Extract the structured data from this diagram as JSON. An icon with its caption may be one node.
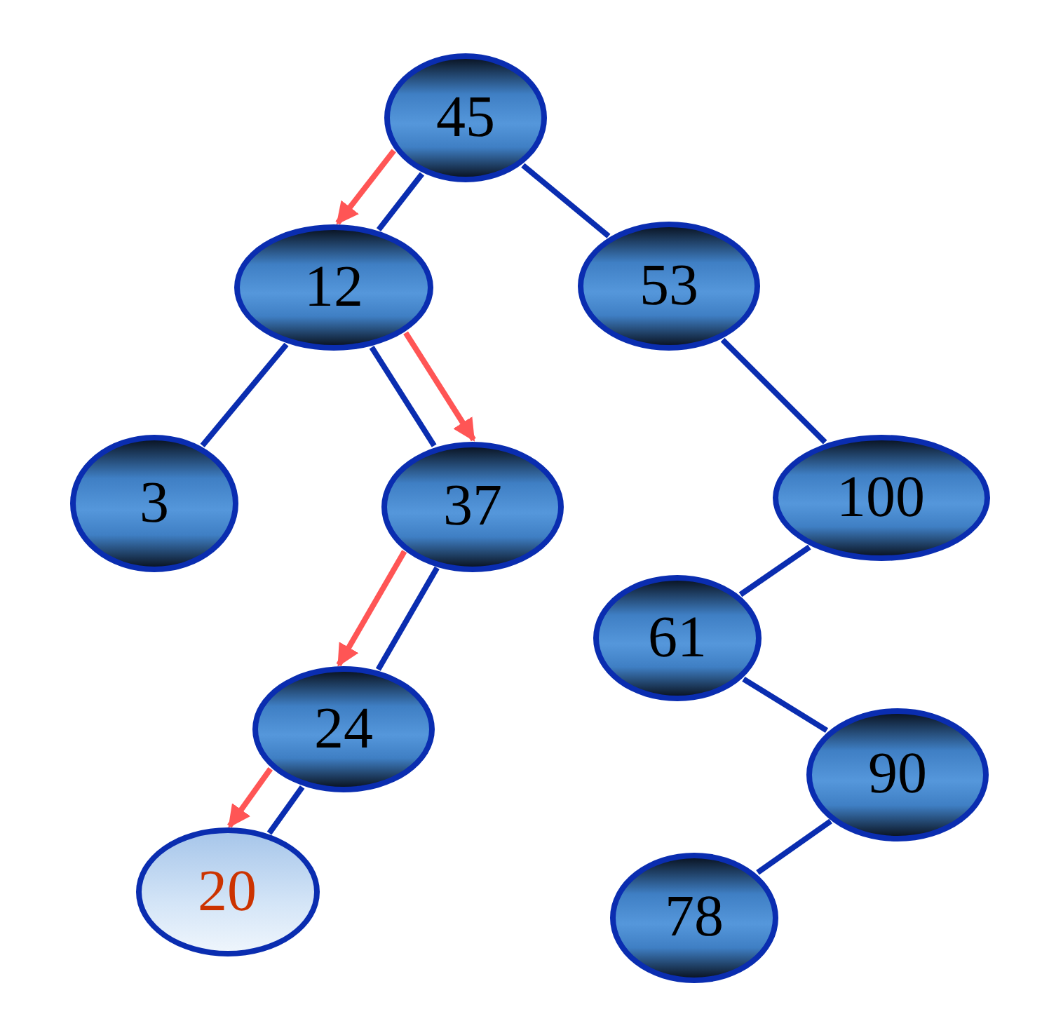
{
  "diagram": {
    "nodes": [
      {
        "text": [
          "45"
        ]
      },
      {
        "text": [
          "12"
        ]
      },
      {
        "text": [
          "53"
        ]
      },
      {
        "text": [
          "3"
        ]
      },
      {
        "text": [
          "37"
        ]
      },
      {
        "text": [
          "100"
        ]
      },
      {
        "text": [
          "61"
        ]
      },
      {
        "text": [
          "24"
        ]
      },
      {
        "text": [
          "90"
        ]
      },
      {
        "text": [
          "20"
        ]
      },
      {
        "text": [
          "78"
        ]
      }
    ],
    "edges": [
      {
        "from": 0,
        "to": 1,
        "arrow": "none"
      },
      {
        "from": 0,
        "to": 2,
        "arrow": "none"
      },
      {
        "from": 1,
        "to": 3,
        "arrow": "none"
      },
      {
        "from": 1,
        "to": 4,
        "arrow": "none"
      },
      {
        "from": 4,
        "to": 7,
        "arrow": "none"
      },
      {
        "from": 7,
        "to": 9,
        "arrow": "none"
      },
      {
        "from": 2,
        "to": 5,
        "arrow": "none"
      },
      {
        "from": 5,
        "to": 6,
        "arrow": "none"
      },
      {
        "from": 6,
        "to": 8,
        "arrow": "none"
      },
      {
        "from": 8,
        "to": 10,
        "arrow": "none"
      },
      {
        "from": 0,
        "to": 1,
        "arrow": "to",
        "color": "#ff5555"
      },
      {
        "from": 1,
        "to": 4,
        "arrow": "to",
        "color": "#ff5555"
      },
      {
        "from": 4,
        "to": 7,
        "arrow": "to",
        "color": "#ff5555"
      },
      {
        "from": 7,
        "to": 9,
        "arrow": "to",
        "color": "#ff5555"
      }
    ]
  }
}
